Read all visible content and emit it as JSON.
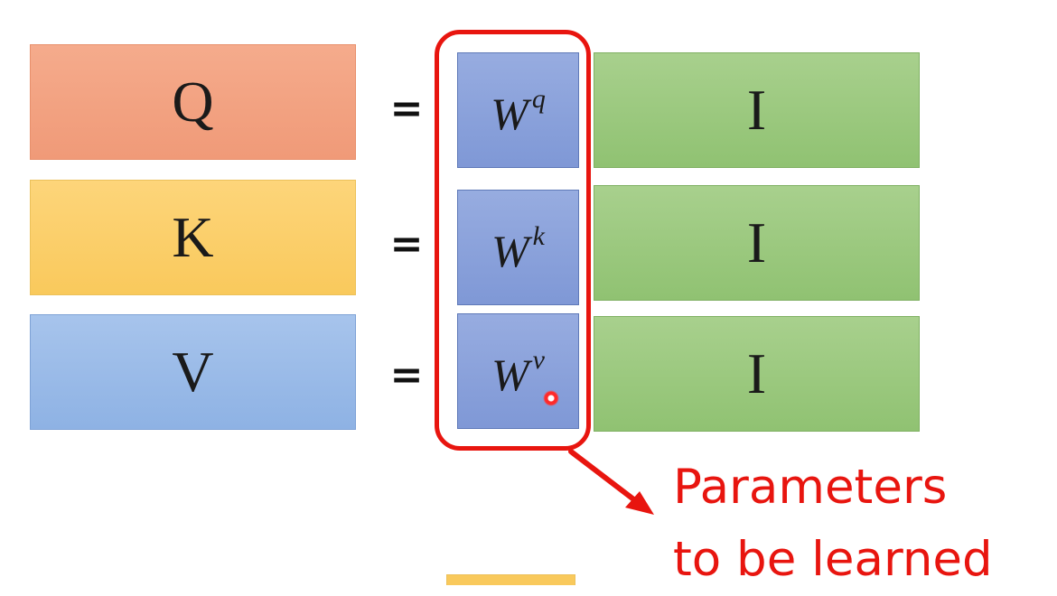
{
  "rows": [
    {
      "lhs": "Q",
      "equals": "=",
      "weight": "W",
      "weight_sup": "q",
      "input": "I"
    },
    {
      "lhs": "K",
      "equals": "=",
      "weight": "W",
      "weight_sup": "k",
      "input": "I"
    },
    {
      "lhs": "V",
      "equals": "=",
      "weight": "W",
      "weight_sup": "v",
      "input": "I"
    }
  ],
  "annotation": {
    "line1": "Parameters",
    "line2": "to be learned"
  },
  "colors": {
    "q": "#f09a78",
    "k": "#f9c95c",
    "v": "#8eb2e4",
    "weight": "#7f98d6",
    "input": "#90c272",
    "highlight": "#e8150f"
  }
}
